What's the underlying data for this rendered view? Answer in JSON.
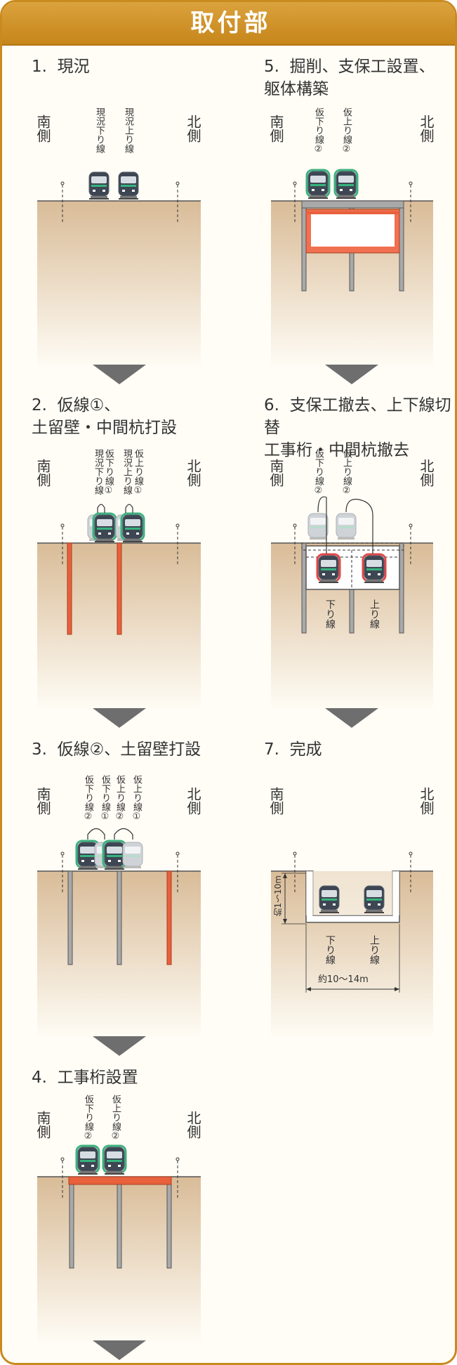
{
  "header": {
    "title": "取付部"
  },
  "labels": {
    "south": "南側",
    "north": "北側"
  },
  "steps": [
    {
      "num": "1.",
      "title": "現況",
      "tracks": [
        "現況下り線",
        "現況上り線"
      ]
    },
    {
      "num": "2.",
      "title": "仮線①、\n土留壁・中間杭打設",
      "tracks": [
        "現況下り線",
        "仮下り線①",
        "現況上り線",
        "仮上り線①"
      ]
    },
    {
      "num": "3.",
      "title": "仮線②、土留壁打設",
      "tracks": [
        "仮下り線②",
        "仮下り線①",
        "仮上り線②",
        "仮上り線①"
      ]
    },
    {
      "num": "4.",
      "title": "工事桁設置",
      "tracks": [
        "仮下り線②",
        "仮上り線②"
      ]
    },
    {
      "num": "5.",
      "title": "掘削、支保工設置、\n躯体構築",
      "tracks": [
        "仮下り線②",
        "仮上り線②"
      ]
    },
    {
      "num": "6.",
      "title": "支保工撤去、上下線切替\n工事桁・中間杭撤去",
      "tracks": [
        "仮下り線②",
        "仮上り線②"
      ],
      "lower": [
        "下り線",
        "上り線"
      ]
    },
    {
      "num": "7.",
      "title": "完成",
      "lower": [
        "下り線",
        "上り線"
      ],
      "depth": "約1～10m",
      "width": "約10～14m"
    }
  ]
}
